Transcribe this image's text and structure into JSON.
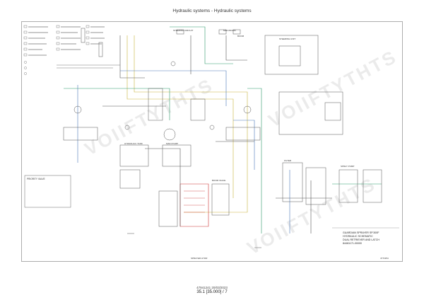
{
  "page": {
    "header": "Hydraulic systems - Hydraulic systems",
    "footer_code": "47941241 20/03/2023",
    "footer_page": "35.1 [35.000] / 7"
  },
  "diagram": {
    "top_labels": [
      "STEERING CIRCUIT",
      "MAIN BOOM",
      "BOOM"
    ],
    "sub_labels": [
      "STEERING UNIT",
      "HYDRAULIC TANK",
      "MAIN PUMP",
      "FILTER",
      "SPRAY PUMP",
      "BOOM VALVE"
    ],
    "left_box_label": "PRIORITY VALVE",
    "title_lines": [
      "GUARDIAN SPRAYER SP.300F",
      "HYDRAULIC SCHEMATIC",
      "DUAL RETRIEVER AND LATCH",
      "84461171-00000"
    ],
    "drawing_number": "4771954",
    "bottom_note": "SPRAYER HYDR",
    "colors": {
      "green": "#2e9a6b",
      "yellow": "#c9b23a",
      "red": "#cc3333",
      "blue": "#4a78b8",
      "line": "#555555"
    }
  },
  "watermark": "VOIIFTYTHTS"
}
